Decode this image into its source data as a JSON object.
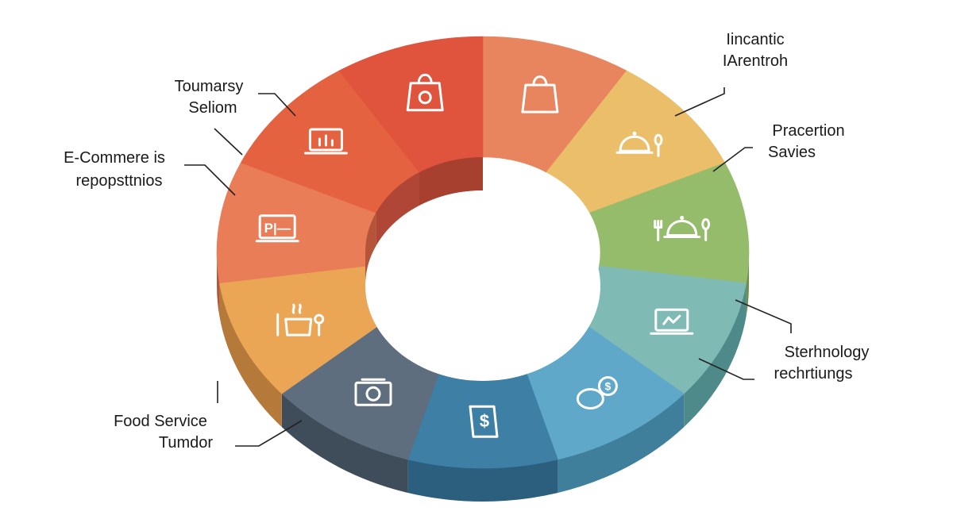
{
  "chart_data": {
    "type": "pie",
    "variant": "3d-donut",
    "title": "",
    "categories": [
      "",
      "",
      "",
      "",
      "",
      "",
      "",
      "",
      "",
      "",
      ""
    ],
    "values": [
      1,
      1,
      1,
      1,
      1,
      1,
      1,
      1,
      1,
      1,
      1
    ],
    "colors": [
      "#E8855E",
      "#EBBE6A",
      "#94BC6A",
      "#7FBBB4",
      "#5FA8C9",
      "#3E7FA6",
      "#5E6E7E",
      "#EAA555",
      "#E87D58",
      "#E4623F",
      "#E0533D"
    ],
    "side_colors": [
      "#B86A4A",
      "#B48C44",
      "#6E8E4A",
      "#4F8A8A",
      "#3F7F9C",
      "#2C5F7E",
      "#3F4C5A",
      "#B5793A",
      "#B4553A",
      "#B04636",
      "#A8402F"
    ],
    "annotations": [
      {
        "name": "top-left",
        "lines": [
          "Toumarsy",
          "Seliom"
        ]
      },
      {
        "name": "left",
        "lines": [
          "E-Commere is",
          "repopsttnios"
        ]
      },
      {
        "name": "bottom-left",
        "lines": [
          "Food Service",
          "Tumdor"
        ]
      },
      {
        "name": "top-right",
        "lines": [
          "Iincantic",
          "IArentroh"
        ]
      },
      {
        "name": "right",
        "lines": [
          "Pracertion",
          "Savies"
        ]
      },
      {
        "name": "bottom-right",
        "lines": [
          "Sterhnology",
          "rechrtiungs"
        ]
      }
    ],
    "icons": [
      "shopping-bag-icon",
      "cloche-spoon-icon",
      "fork-cloche-spoon-icon",
      "laptop-chart-icon",
      "coin-dollar-icon",
      "dollar-tag-icon",
      "register-icon",
      "cooking-pot-icon",
      "pos-terminal-icon",
      "laptop-analytics-icon",
      "shopping-bag-gear-icon"
    ],
    "icon_glyphs": {
      "dollar": "$",
      "terminal": "P|—"
    },
    "legend": "none",
    "grid": false
  }
}
